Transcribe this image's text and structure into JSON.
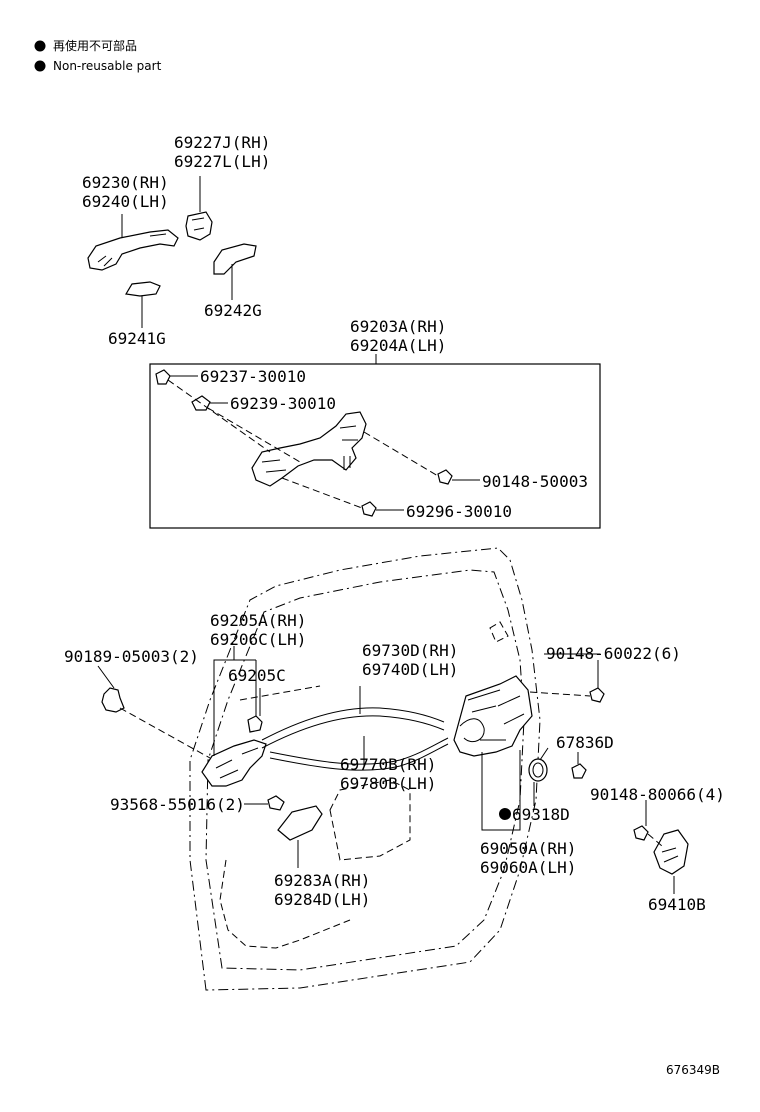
{
  "legend": {
    "jp": "再使用不可部品",
    "en": "Non-reusable part"
  },
  "parts": {
    "p69227": [
      "69227J(RH)",
      "69227L(LH)"
    ],
    "p69230": [
      "69230(RH)",
      "69240(LH)"
    ],
    "p69242G": "69242G",
    "p69241G": "69241G",
    "p69203": [
      "69203A(RH)",
      "69204A(LH)"
    ],
    "p69237": "69237-30010",
    "p69239": "69239-30010",
    "p90148_50003": "90148-50003",
    "p69296": "69296-30010",
    "p69205": [
      "69205A(RH)",
      "69206C(LH)"
    ],
    "p69205C": "69205C",
    "p90189": "90189-05003(2)",
    "p69730": [
      "69730D(RH)",
      "69740D(LH)"
    ],
    "p90148_60022": "90148-60022(6)",
    "p67836D": "67836D",
    "p69770": [
      "69770B(RH)",
      "69780B(LH)"
    ],
    "p93568": "93568-55016(2)",
    "p90148_80066": "90148-80066(4)",
    "p69318D": "69318D",
    "p69050": [
      "69050A(RH)",
      "69060A(LH)"
    ],
    "p69283": [
      "69283A(RH)",
      "69284D(LH)"
    ],
    "p69410B": "69410B"
  },
  "reference": "676349B"
}
